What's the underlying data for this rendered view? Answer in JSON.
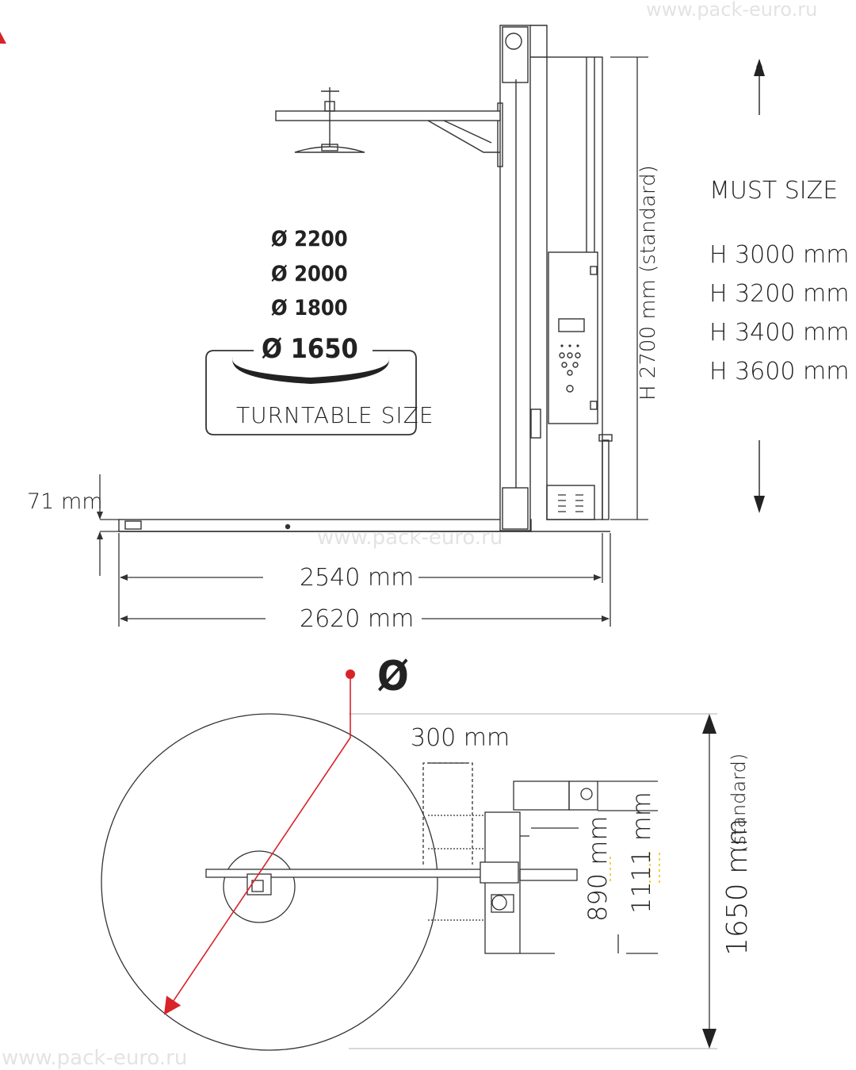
{
  "watermark": "www.pack-euro.ru",
  "turntable": {
    "sizes": [
      "Ø 2200",
      "Ø 2000",
      "Ø 1800"
    ],
    "highlight": "Ø 1650",
    "caption": "TURNTABLE SIZE"
  },
  "mast": {
    "height_label": "H 2700 mm (standard)",
    "must_size_title": "MUST SIZE",
    "must_sizes": [
      "H 3000 mm",
      "H 3200 mm",
      "H 3400 mm",
      "H 3600 mm"
    ]
  },
  "side_dims": {
    "platform_height": "71 mm",
    "length_inner": "2540 mm",
    "length_outer": "2620 mm"
  },
  "top_view": {
    "diameter_symbol": "Ø",
    "gap": "300 mm",
    "depth_a": "890 mm",
    "depth_b": "1111 mm",
    "total_depth": "1650 mm",
    "total_depth_note": "(standard)"
  },
  "colors": {
    "line": "#333333",
    "text": "#222222",
    "accent_red": "#d8232a",
    "accent_yellow": "#f5b600",
    "watermark": "#e3e3e3"
  }
}
